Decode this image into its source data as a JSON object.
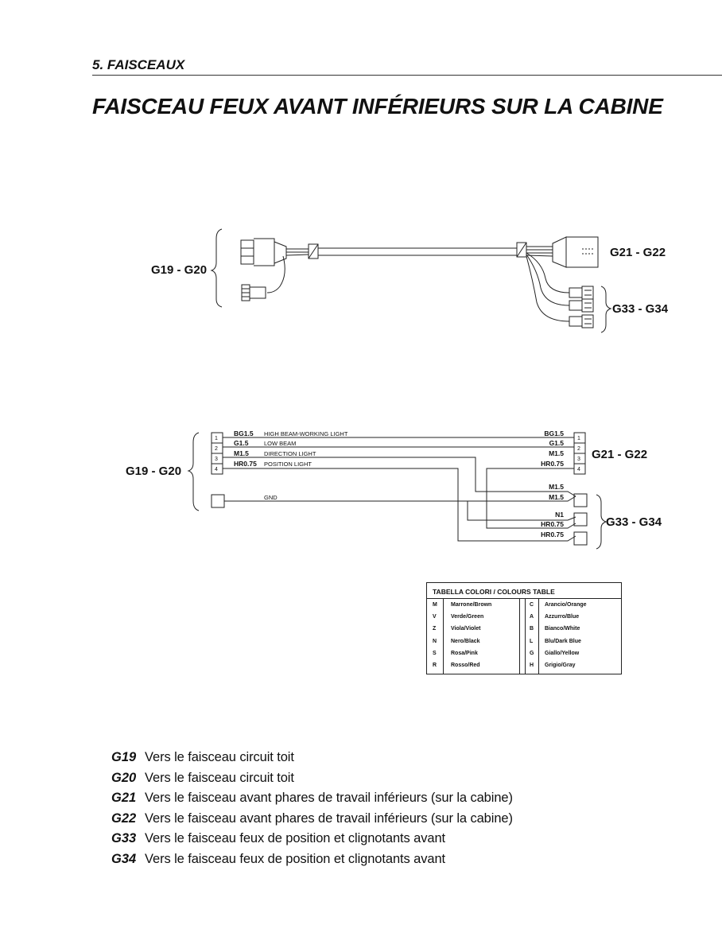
{
  "section_header": "5. FAISCEAUX",
  "title": "FAISCEAU FEUX AVANT INFÉRIEURS SUR LA  CABINE",
  "pictorial": {
    "left_group_label": "G19 - G20",
    "right_top_label": "G21 - G22",
    "right_bottom_label": "G33 - G34"
  },
  "schematic": {
    "left_group_label": "G19 - G20",
    "right_top_label": "G21 - G22",
    "right_bottom_label": "G33 - G34",
    "left_pins": [
      "1",
      "2",
      "3",
      "4"
    ],
    "right_pins": [
      "1",
      "2",
      "3",
      "4"
    ],
    "wires": [
      {
        "left_code": "BG1.5",
        "description": "HIGH BEAM-WORKING LIGHT",
        "right_code": "BG1.5"
      },
      {
        "left_code": "G1.5",
        "description": "LOW BEAM",
        "right_code": "G1.5"
      },
      {
        "left_code": "M1.5",
        "description": "DIRECTION LIGHT",
        "right_code": "M1.5"
      },
      {
        "left_code": "HR0.75",
        "description": "POSITION LIGHT",
        "right_code": "HR0.75"
      }
    ],
    "gnd_label": "GND",
    "g33_labels": [
      "M1.5",
      "M1.5",
      "N1",
      "HR0.75",
      "HR0.75"
    ]
  },
  "colors_table": {
    "title": "TABELLA COLORI / COLOURS TABLE",
    "left": [
      {
        "code": "M",
        "name": "Marrone/Brown"
      },
      {
        "code": "V",
        "name": "Verde/Green"
      },
      {
        "code": "Z",
        "name": "Viola/Violet"
      },
      {
        "code": "N",
        "name": "Nero/Black"
      },
      {
        "code": "S",
        "name": "Rosa/Pink"
      },
      {
        "code": "R",
        "name": "Rosso/Red"
      }
    ],
    "right": [
      {
        "code": "C",
        "name": "Arancio/Orange"
      },
      {
        "code": "A",
        "name": "Azzurro/Blue"
      },
      {
        "code": "B",
        "name": "Bianco/White"
      },
      {
        "code": "L",
        "name": "Blu/Dark Blue"
      },
      {
        "code": "G",
        "name": "Giallo/Yellow"
      },
      {
        "code": "H",
        "name": "Grigio/Gray"
      }
    ]
  },
  "legend": [
    {
      "code": "G19",
      "text": "Vers le faisceau circuit toit"
    },
    {
      "code": "G20",
      "text": "Vers le faisceau circuit toit"
    },
    {
      "code": "G21",
      "text": "Vers le faisceau avant phares de travail inférieurs (sur la cabine)"
    },
    {
      "code": "G22",
      "text": "Vers le faisceau avant phares de travail inférieurs (sur la cabine)"
    },
    {
      "code": "G33",
      "text": "Vers le faisceau feux de position et clignotants avant"
    },
    {
      "code": "G34",
      "text": "Vers le faisceau feux de position et clignotants avant"
    }
  ]
}
